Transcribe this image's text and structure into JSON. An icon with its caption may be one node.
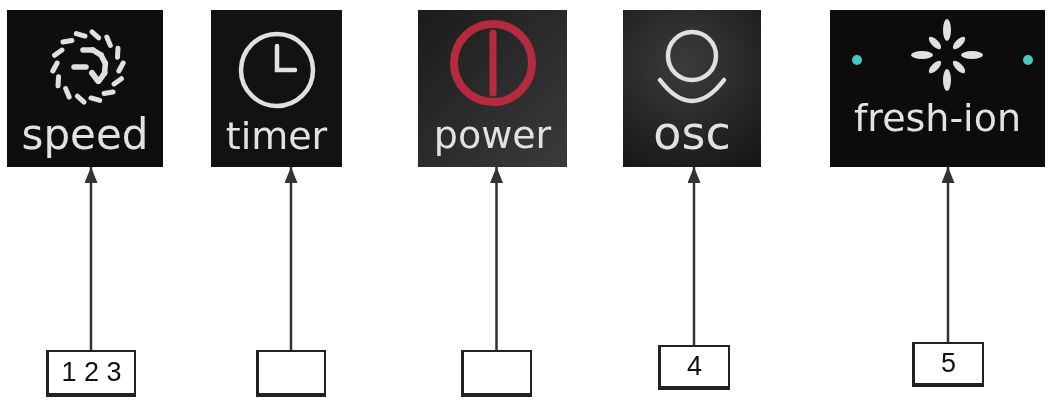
{
  "diagram": {
    "nodes": [
      {
        "text": [
          "speed"
        ]
      },
      {
        "text": [
          "timer"
        ]
      },
      {
        "text": [
          "power"
        ]
      },
      {
        "text": [
          "osc"
        ]
      },
      {
        "text": [
          "fresh-ion"
        ]
      },
      {
        "text": [
          "1 2 3"
        ]
      },
      {
        "text": [],
        "shape": "box"
      },
      {
        "text": [],
        "shape": "box"
      },
      {
        "text": [
          "4"
        ]
      },
      {
        "text": [
          "5"
        ]
      }
    ],
    "edges": [
      {
        "from": 5,
        "to": 0,
        "arrow": "to"
      },
      {
        "from": 6,
        "to": 1,
        "arrow": "to"
      },
      {
        "from": 7,
        "to": 2,
        "arrow": "to"
      },
      {
        "from": 8,
        "to": 3,
        "arrow": "to"
      },
      {
        "from": 9,
        "to": 4,
        "arrow": "to"
      }
    ]
  }
}
